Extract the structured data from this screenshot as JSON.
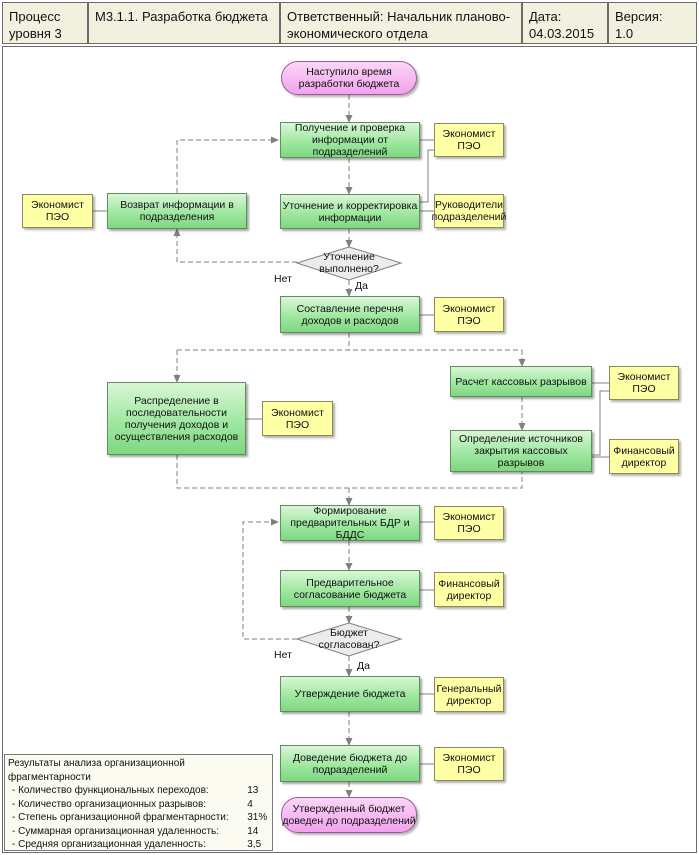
{
  "header": {
    "level": [
      "Процесс",
      "уровня 3"
    ],
    "process": "М3.1.1.  Разработка бюджета",
    "responsible": [
      "Ответственный: Начальник планово-",
      "экономического отдела"
    ],
    "date": [
      "Дата:",
      "04.03.2015"
    ],
    "version": [
      "Версия:",
      "1.0"
    ]
  },
  "events": {
    "start": [
      "Наступило время",
      "разработки бюджета"
    ],
    "end": [
      "Утвержденный бюджет",
      "доведен до подразделений"
    ]
  },
  "tasks": {
    "receive": [
      "Получение и проверка",
      "информации от",
      "подразделений"
    ],
    "clarify": [
      "Уточнение и корректировка",
      "информации"
    ],
    "return": [
      "Возврат информации в",
      "подразделения"
    ],
    "compose": [
      "Составление перечня",
      "доходов и расходов"
    ],
    "distribute": [
      "Распределение в",
      "последовательности",
      "получения доходов и",
      "осуществления расходов"
    ],
    "gaps": [
      "Расчет кассовых разрывов"
    ],
    "sources": [
      "Определение источников",
      "закрытия кассовых",
      "разрывов"
    ],
    "prelim": [
      "Формирование",
      "предварительных БДР и",
      "БДДС"
    ],
    "agree": [
      "Предварительное",
      "согласование бюджета"
    ],
    "approve": [
      "Утверждение бюджета"
    ],
    "deliver": [
      "Доведение бюджета до",
      "подразделений"
    ]
  },
  "roles": {
    "r1": [
      "Экономист",
      "ПЭО"
    ],
    "r2": [
      "Руководители",
      "подразделений"
    ],
    "r3": [
      "Экономист",
      "ПЭО"
    ],
    "r4": [
      "Экономист",
      "ПЭО"
    ],
    "r5": [
      "Экономист",
      "ПЭО"
    ],
    "r6": [
      "Экономист",
      "ПЭО"
    ],
    "r7": [
      "Финансовый",
      "директор"
    ],
    "r8": [
      "Экономист",
      "ПЭО"
    ],
    "r9": [
      "Финансовый",
      "директор"
    ],
    "r10": [
      "Генеральный",
      "директор"
    ],
    "r11": [
      "Экономист",
      "ПЭО"
    ]
  },
  "decisions": {
    "d1": [
      "Уточнение",
      "выполнено?"
    ],
    "d2": [
      "Бюджет",
      "согласован?"
    ]
  },
  "labels": {
    "no": "Нет",
    "yes": "Да"
  },
  "results": {
    "title": "Результаты анализа организационной фрагментарности",
    "rows": [
      {
        "label": "- Количество функциональных переходов:",
        "value": "13"
      },
      {
        "label": "- Количество организационных разрывов:",
        "value": "4"
      },
      {
        "label": "- Степень организационной фрагментарности:",
        "value": "31%"
      },
      {
        "label": "- Суммарная организационная удаленность:",
        "value": "14"
      },
      {
        "label": "- Средняя организационная удаленность:",
        "value": "3,5"
      }
    ]
  },
  "colors": {
    "task": "#9fe8a1",
    "role": "#ffffa6",
    "event": "#f1a2ec",
    "header": "#f2f1df",
    "connector": "#808080"
  }
}
